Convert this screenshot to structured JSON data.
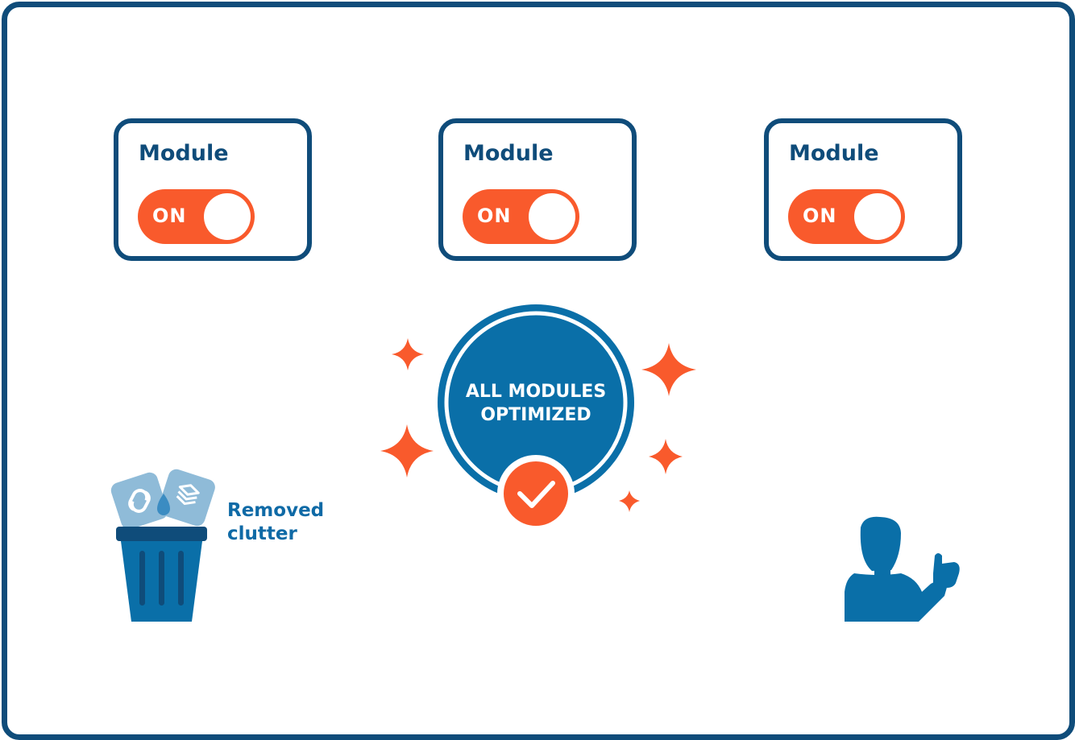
{
  "modules": [
    {
      "title": "Module",
      "toggle_state": "ON"
    },
    {
      "title": "Module",
      "toggle_state": "ON"
    },
    {
      "title": "Module",
      "toggle_state": "ON"
    }
  ],
  "badge": {
    "line1": "ALL MODULES",
    "line2": "OPTIMIZED"
  },
  "trash": {
    "label_line1": "Removed",
    "label_line2": "clutter"
  },
  "colors": {
    "frame": "#0f4c7a",
    "accent": "#f95a2c",
    "badge": "#0a6fa8",
    "icon_light": "#8fbbd8"
  }
}
